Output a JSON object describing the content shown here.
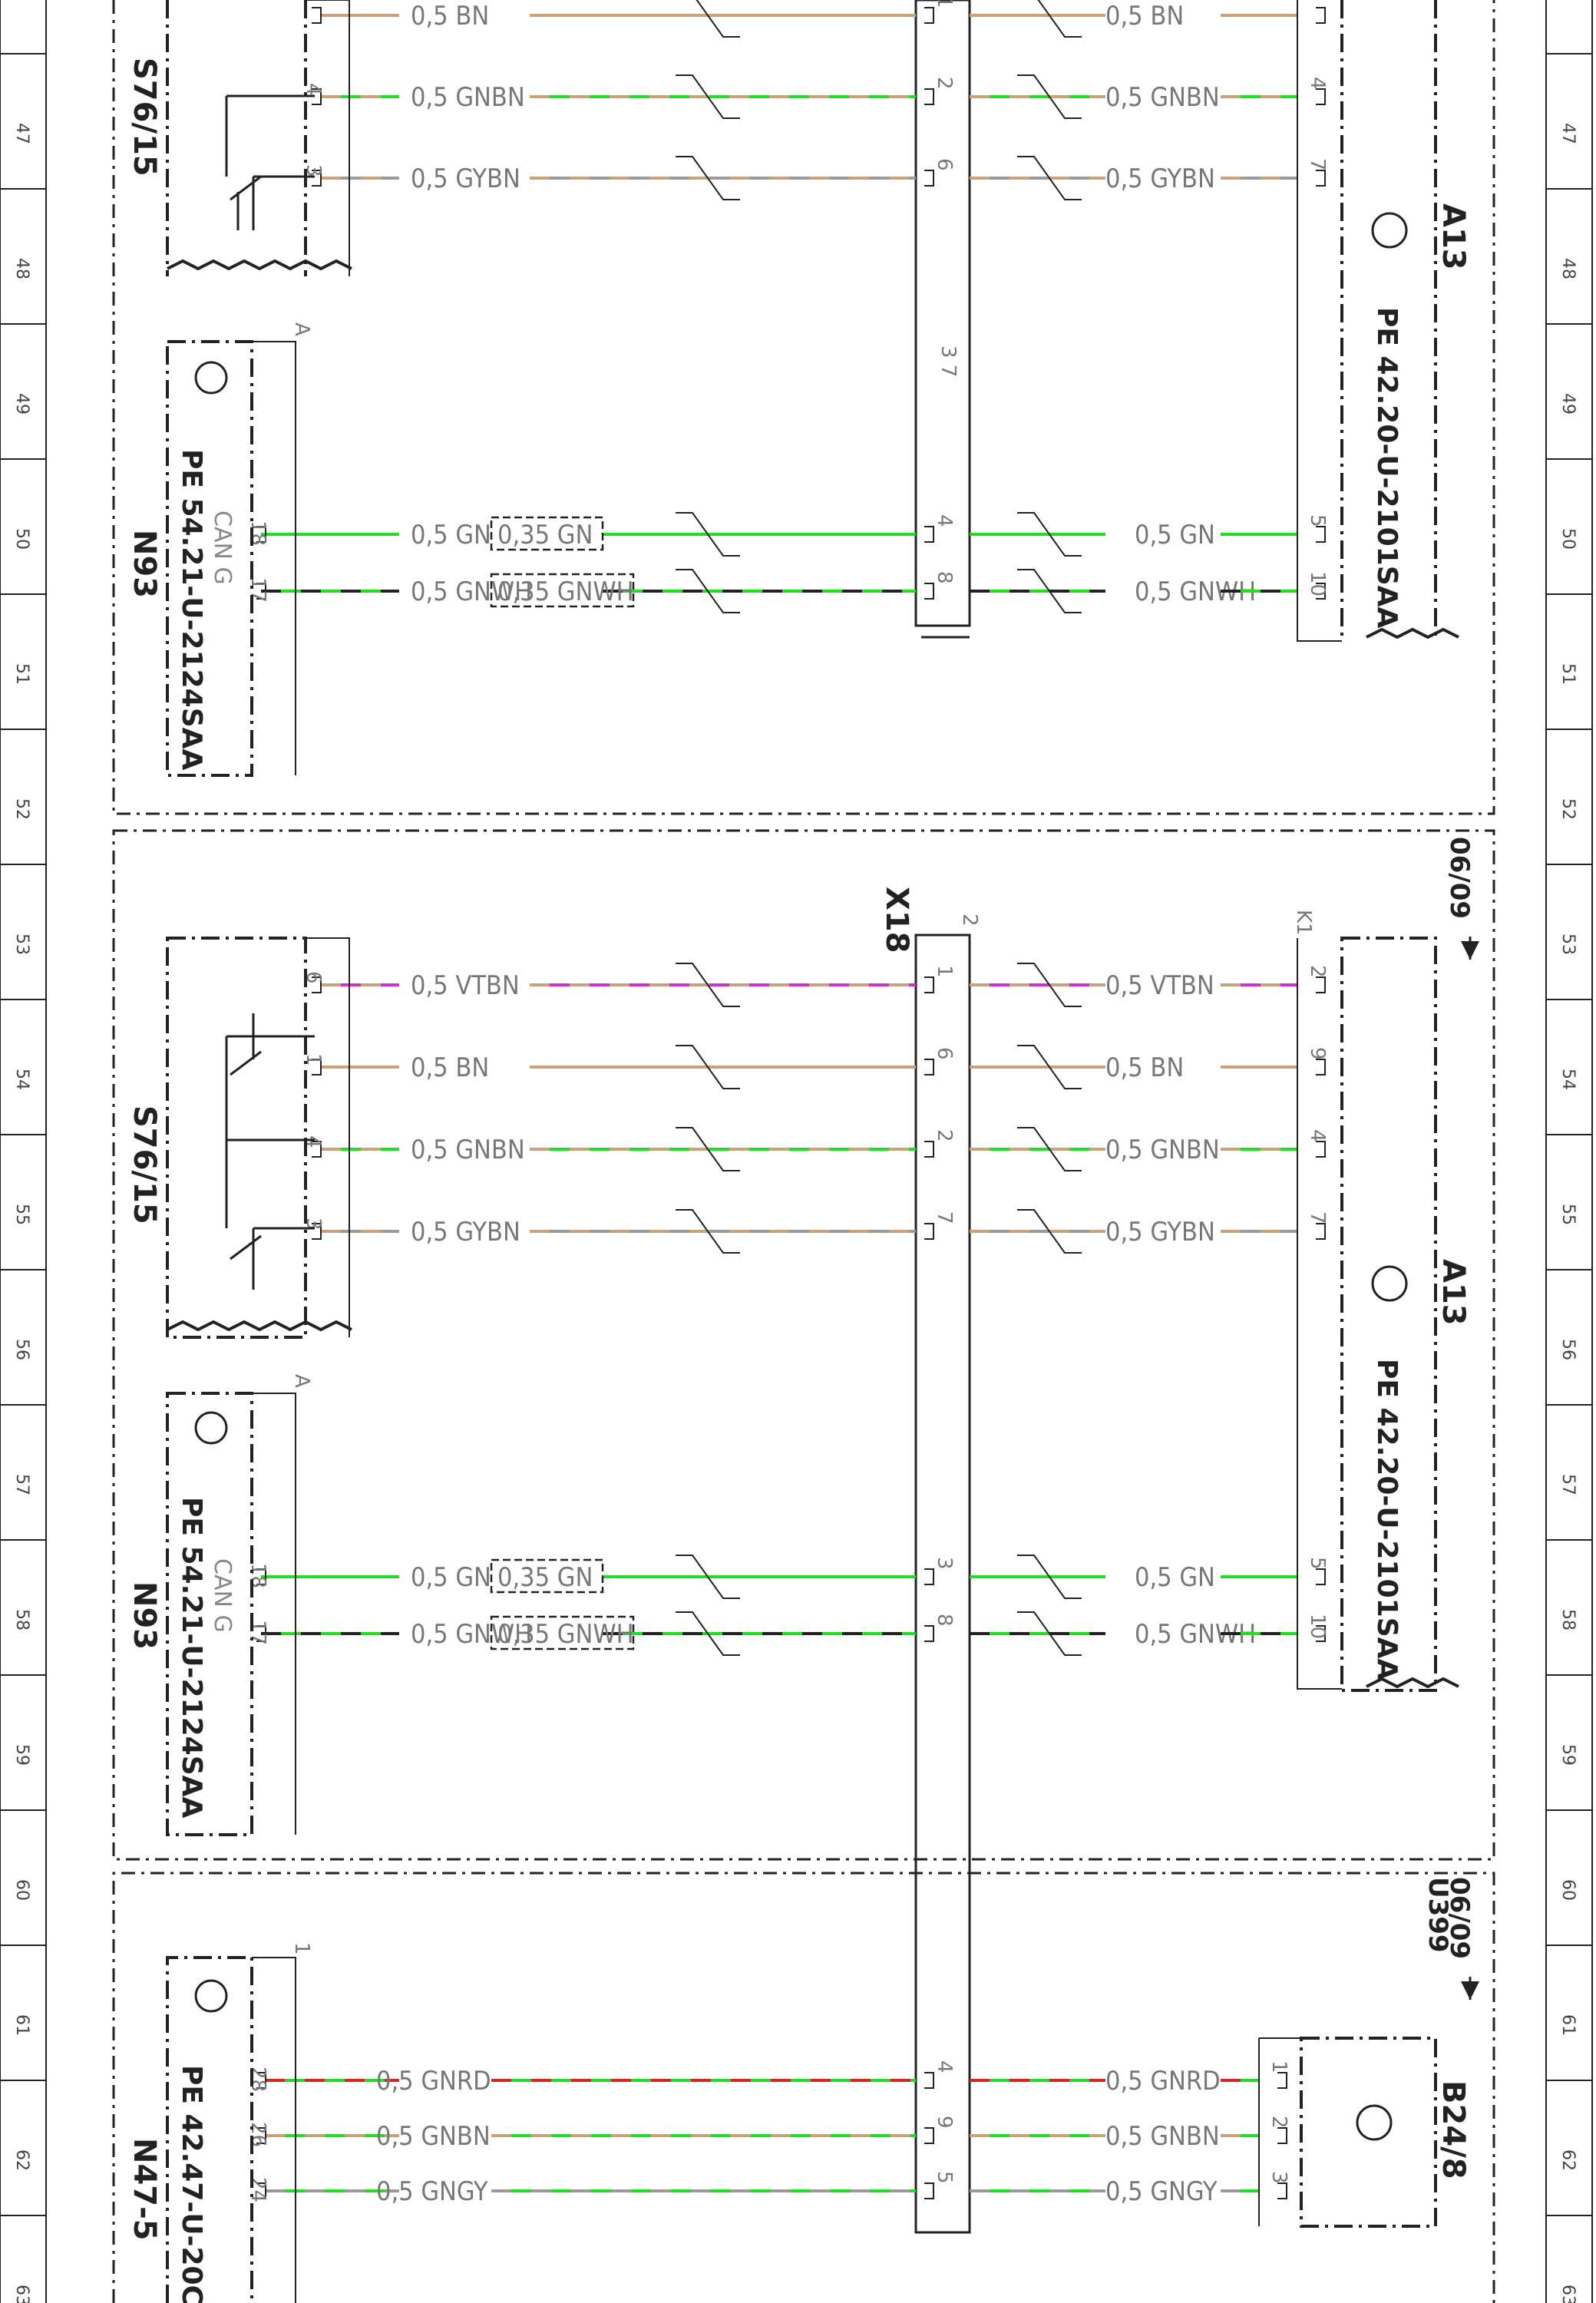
{
  "ruler": [
    "47",
    "48",
    "49",
    "50",
    "51",
    "52",
    "53",
    "54",
    "55",
    "56",
    "57",
    "58",
    "59",
    "60",
    "61",
    "62",
    "63"
  ],
  "sections": {
    "s1": {
      "switch_label": "S76/15",
      "module_label": "A13",
      "module_ref": "PE 42.20-U-2101SAA",
      "n93_label": "N93",
      "n93_ref": "PE 54.21-U-2124SAA",
      "n93_can": "CAN G",
      "n93_pin_a": "A",
      "x18_pins": "3  7",
      "wires": [
        {
          "label": "0,5 BN",
          "sw_pin": "",
          "x18_pin": "1",
          "mod_pin": "",
          "right_label": "0,5 BN"
        },
        {
          "label": "0,5 GNBN",
          "sw_pin": "4",
          "x18_pin": "2",
          "mod_pin": "4",
          "right_label": "0,5 GNBN"
        },
        {
          "label": "0,5 GYBN",
          "sw_pin": "3",
          "x18_pin": "6",
          "mod_pin": "7",
          "right_label": "0,5 GYBN"
        },
        {
          "label": "0,5 GN",
          "inner": "0,35 GN",
          "sw_pin": "18",
          "x18_pin": "4",
          "mod_pin": "5",
          "right_label": "0,5 GN"
        },
        {
          "label": "0,5 GNWH",
          "inner": "0,35 GNWH",
          "sw_pin": "17",
          "x18_pin": "8",
          "mod_pin": "10",
          "right_label": "0,5 GNWH"
        }
      ]
    },
    "s2": {
      "date": "06/09",
      "x18_label": "X18",
      "x18_pin_top": "2",
      "k1_label": "K1",
      "switch_label": "S76/15",
      "module_label": "A13",
      "module_ref": "PE 42.20-U-2101SAA",
      "n93_label": "N93",
      "n93_ref": "PE 54.21-U-2124SAA",
      "n93_can": "CAN G",
      "n93_pin_a": "A",
      "wires": [
        {
          "label": "0,5 VTBN",
          "sw_pin": "6",
          "x18_pin": "1",
          "mod_pin": "2",
          "right_label": "0,5 VTBN"
        },
        {
          "label": "0,5 BN",
          "sw_pin": "1",
          "x18_pin": "6",
          "mod_pin": "9",
          "right_label": "0,5 BN"
        },
        {
          "label": "0,5 GNBN",
          "sw_pin": "4",
          "x18_pin": "2",
          "mod_pin": "4",
          "right_label": "0,5 GNBN"
        },
        {
          "label": "0,5 GYBN",
          "sw_pin": "3",
          "x18_pin": "7",
          "mod_pin": "7",
          "right_label": "0,5 GYBN"
        },
        {
          "label": "0,5 GN",
          "inner": "0,35 GN",
          "sw_pin": "18",
          "x18_pin": "3",
          "mod_pin": "5",
          "right_label": "0,5 GN"
        },
        {
          "label": "0,5 GNWH",
          "inner": "0,35 GNWH",
          "sw_pin": "17",
          "x18_pin": "8",
          "mod_pin": "10",
          "right_label": "0,5 GNWH"
        }
      ]
    },
    "s3": {
      "date": "06/09",
      "code": "U399",
      "sensor_label": "B24/8",
      "module_label": "N47-5",
      "module_ref": "PE 42.47-U-20C",
      "module_pin": "1",
      "wires": [
        {
          "label": "0,5 GNRD",
          "mod_pin": "28",
          "x18_pin": "4",
          "sensor_pin": "1",
          "right_label": "0,5 GNRD"
        },
        {
          "label": "0,5 GNBN",
          "mod_pin": "26",
          "x18_pin": "9",
          "sensor_pin": "2",
          "right_label": "0,5 GNBN"
        },
        {
          "label": "0,5 GNGY",
          "mod_pin": "24",
          "x18_pin": "5",
          "sensor_pin": "3",
          "right_label": "0,5 GNGY"
        }
      ]
    }
  },
  "colors": {
    "green": "#22dd22",
    "brown": "#c8a27a",
    "violet": "#cc33cc",
    "grey": "#9a9a9a",
    "red": "#dd2222",
    "white": "#ffffff",
    "line": "#222222"
  }
}
